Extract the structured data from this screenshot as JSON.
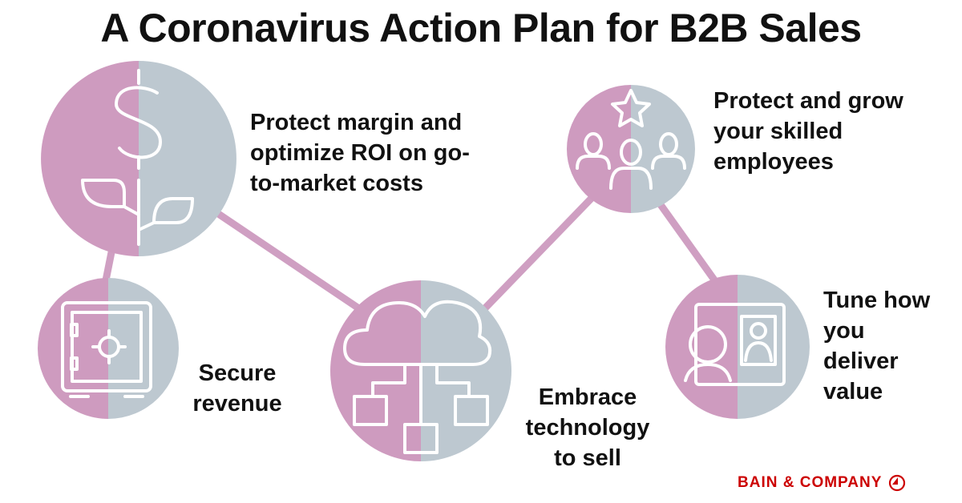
{
  "title": "A Coronavirus Action Plan for B2B Sales",
  "colors": {
    "pink": "#ce9bbf",
    "gray": "#bdc8d0",
    "connector": "#cf9fc2",
    "brand": "#cc0000"
  },
  "steps": [
    {
      "icon": "dollar-plant-icon",
      "label": "Protect margin and optimize ROI on go-to-market costs"
    },
    {
      "icon": "safe-icon",
      "label": "Secure revenue"
    },
    {
      "icon": "cloud-network-icon",
      "label": "Embrace technology to sell"
    },
    {
      "icon": "team-star-icon",
      "label": "Protect and grow your skilled employees"
    },
    {
      "icon": "video-call-icon",
      "label": "Tune how you deliver value"
    }
  ],
  "brand": "BAIN & COMPANY"
}
